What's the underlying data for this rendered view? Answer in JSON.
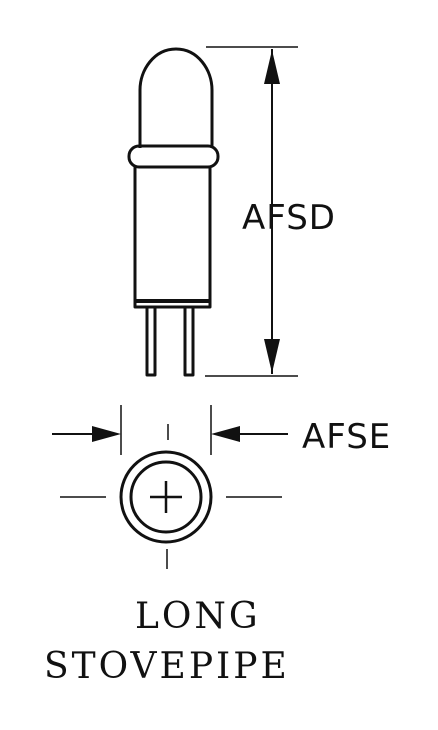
{
  "labels": {
    "height_dimension": "AFSD",
    "diameter_dimension": "AFSE"
  },
  "caption": {
    "line1": "LONG",
    "line2": "STOVEPIPE"
  },
  "colors": {
    "ink": "#111111",
    "paper": "#ffffff"
  }
}
